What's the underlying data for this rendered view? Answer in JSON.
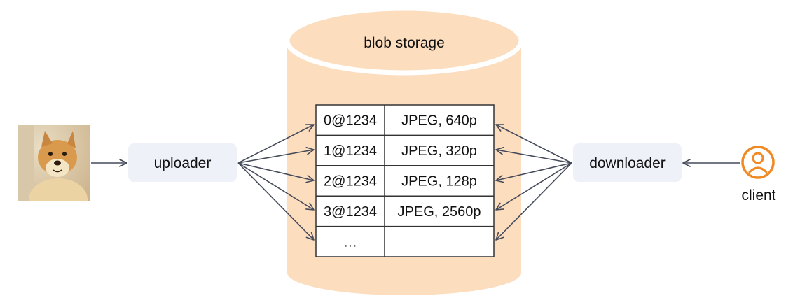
{
  "storage": {
    "title": "blob storage",
    "fill_color": "#FCDDBE"
  },
  "uploader": {
    "label": "uploader"
  },
  "downloader": {
    "label": "downloader"
  },
  "client": {
    "label": "client",
    "icon": "user-circle-icon",
    "icon_color": "#F08A24"
  },
  "source_image": {
    "icon": "dog-photo"
  },
  "node_color": "#EEF1F8",
  "table": {
    "rows": [
      {
        "key": "0@1234",
        "format": "JPEG, 640p"
      },
      {
        "key": "1@1234",
        "format": "JPEG, 320p"
      },
      {
        "key": "2@1234",
        "format": "JPEG, 128p"
      },
      {
        "key": "3@1234",
        "format": "JPEG, 2560p"
      },
      {
        "key": "…",
        "format": ""
      }
    ]
  }
}
